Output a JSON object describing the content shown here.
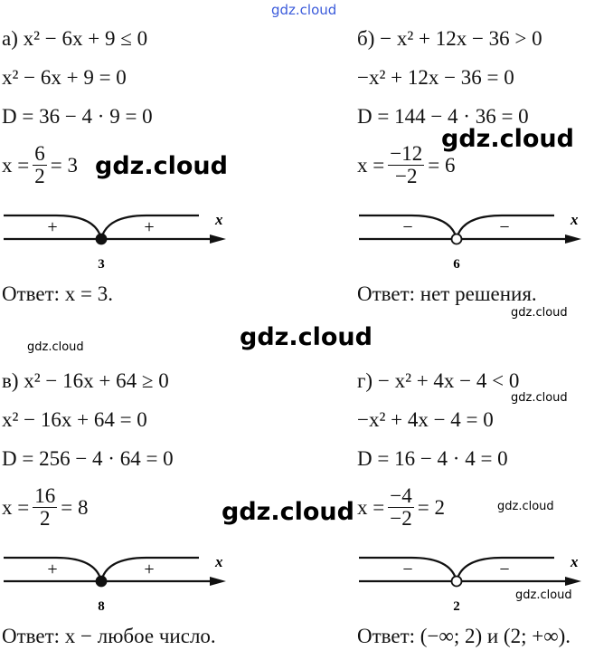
{
  "watermark": "gdz.cloud",
  "problems": [
    {
      "lines": [
        "а) x² − 6x + 9 ≤ 0",
        "x² − 6x + 9 = 0",
        "D = 36 − 4 · 9 = 0"
      ],
      "frac": {
        "lhs": "x =",
        "num": "6",
        "den": "2",
        "rhs": "= 3"
      },
      "line": {
        "signs": [
          "+",
          "+"
        ],
        "point": "3",
        "axis": "x",
        "filled": true
      },
      "answer": "Ответ: x = 3."
    },
    {
      "lines": [
        "б) − x² + 12x − 36 > 0",
        "−x² + 12x − 36 = 0",
        "D = 144 − 4 · 36 = 0"
      ],
      "frac": {
        "lhs": "x =",
        "num": "−12",
        "den": "−2",
        "rhs": "= 6"
      },
      "line": {
        "signs": [
          "−",
          "−"
        ],
        "point": "6",
        "axis": "x",
        "filled": false
      },
      "answer": "Ответ: нет решения."
    },
    {
      "lines": [
        "в) x² − 16x + 64 ≥ 0",
        "x² − 16x + 64 = 0",
        "D = 256 − 4 · 64 = 0"
      ],
      "frac": {
        "lhs": "x =",
        "num": "16",
        "den": "2",
        "rhs": "= 8"
      },
      "line": {
        "signs": [
          "+",
          "+"
        ],
        "point": "8",
        "axis": "x",
        "filled": true
      },
      "answer": "Ответ: x − любое число."
    },
    {
      "lines": [
        "г) − x² + 4x − 4 < 0",
        "−x² + 4x − 4 = 0",
        "D = 16 − 4 · 4 = 0"
      ],
      "frac": {
        "lhs": "x =",
        "num": "−4",
        "den": "−2",
        "rhs": "= 2"
      },
      "line": {
        "signs": [
          "−",
          "−"
        ],
        "point": "2",
        "axis": "x",
        "filled": false
      },
      "answer": "Ответ: (−∞; 2) и (2; +∞)."
    }
  ]
}
